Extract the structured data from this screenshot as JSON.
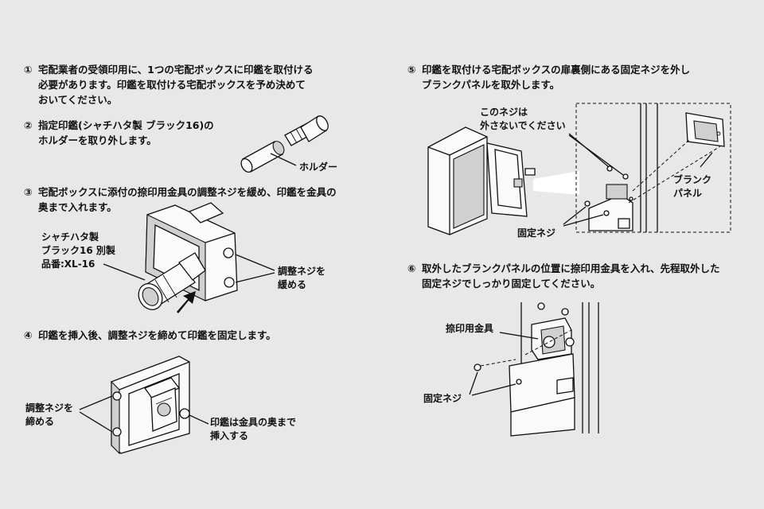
{
  "steps": [
    {
      "num": "①",
      "lines": [
        "宅配業者の受領印用に、1つの宅配ボックスに印鑑を取付ける",
        "必要があります。印鑑を取付ける宅配ボックスを予め決めて",
        "おいてください。"
      ]
    },
    {
      "num": "②",
      "lines": [
        "指定印鑑(シャチハタ製 ブラック16)の",
        "ホルダーを取り外します。"
      ]
    },
    {
      "num": "③",
      "lines": [
        "宅配ボックスに添付の捺印用金具の調整ネジを緩め、印鑑を金具の",
        "奥まで入れます。"
      ]
    },
    {
      "num": "④",
      "lines": [
        "印鑑を挿入後、調整ネジを締めて印鑑を固定します。"
      ]
    },
    {
      "num": "⑤",
      "lines": [
        "印鑑を取付ける宅配ボックスの扉裏側にある固定ネジを外し",
        "ブランクパネルを取外します。"
      ]
    },
    {
      "num": "⑥",
      "lines": [
        "取外したブランクパネルの位置に捺印用金具を入れ、先程取外した",
        "固定ネジでしっかり固定してください。"
      ]
    }
  ],
  "labels": {
    "holder": "ホルダー",
    "stamp_model": [
      "シャチハタ製",
      "ブラック16 別製",
      "品番:XL-16"
    ],
    "loosen_screw": [
      "調整ネジを",
      "緩める"
    ],
    "tighten_screw": [
      "調整ネジを",
      "締める"
    ],
    "insert_stamp": [
      "印鑑は金具の奥まで",
      "挿入する"
    ],
    "do_not_remove": [
      "このネジは",
      "外さないでください"
    ],
    "blank_panel": [
      "ブランク",
      "パネル"
    ],
    "fixing_screw_5": "固定ネジ",
    "stamp_bracket": "捺印用金具",
    "fixing_screw_6": "固定ネジ"
  }
}
